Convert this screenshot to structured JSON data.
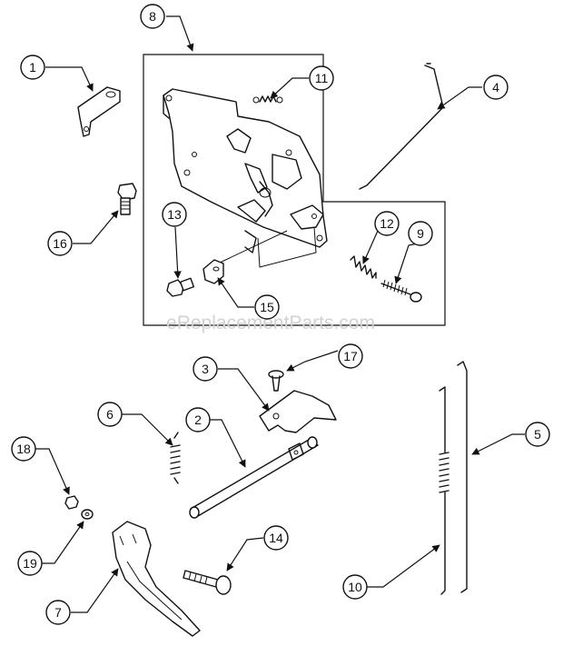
{
  "watermark": "eReplacementParts.com",
  "callouts": {
    "c1": "1",
    "c2": "2",
    "c3": "3",
    "c4": "4",
    "c5": "5",
    "c6": "6",
    "c7": "7",
    "c8": "8",
    "c9": "9",
    "c10": "10",
    "c11": "11",
    "c12": "12",
    "c13": "13",
    "c14": "14",
    "c15": "15",
    "c16": "16",
    "c17": "17",
    "c18": "18",
    "c19": "19"
  }
}
